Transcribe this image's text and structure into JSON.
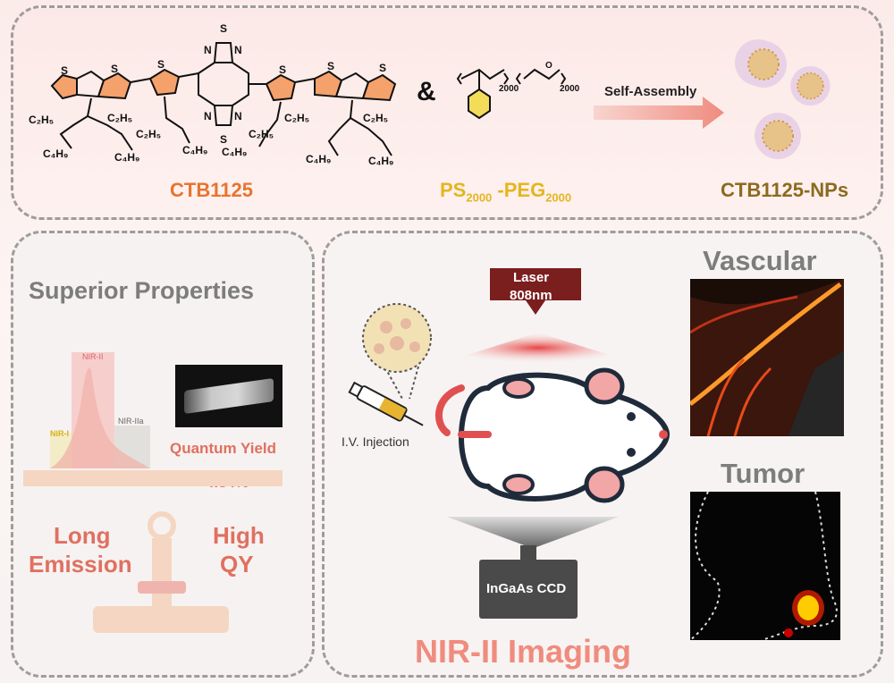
{
  "top": {
    "ctb_label": "CTB1125",
    "and_symbol": "&",
    "polymer_label_main": "PS",
    "polymer_sub1": "2000",
    "polymer_label_mid": " -PEG",
    "polymer_sub2": "2000",
    "polymer_repeat1": "2000",
    "polymer_repeat2": "2000",
    "oxygen": "O",
    "arrow_label": "Self-Assembly",
    "np_label": "CTB1125-NPs",
    "atoms": {
      "S": "S",
      "N": "N",
      "c2h5": "C₂H₅",
      "c4h9": "C₄H₉"
    }
  },
  "left": {
    "title": "Superior Properties",
    "spectrum": {
      "band_nir2": "NIR-II",
      "band_nir1": "NIR-I",
      "band_nir2a": "NIR-IIa",
      "x_min": "850",
      "x_max": "1500"
    },
    "qy_label": "Quantum Yield",
    "qy_value": "~4.84%",
    "long_emission_1": "Long",
    "long_emission_2": "Emission",
    "high_qy_1": "High",
    "high_qy_2": "QY"
  },
  "right": {
    "laser_1": "Laser",
    "laser_2": "808nm",
    "injection": "I.V. Injection",
    "camera": "InGaAs CCD",
    "title": "NIR-II Imaging",
    "vascular": "Vascular",
    "tumor": "Tumor"
  },
  "colors": {
    "orange": "#e8742f",
    "gold": "#e5b51e",
    "olive": "#8c6b1f",
    "coral": "#e07060",
    "gray_title": "#7d7d7d"
  }
}
